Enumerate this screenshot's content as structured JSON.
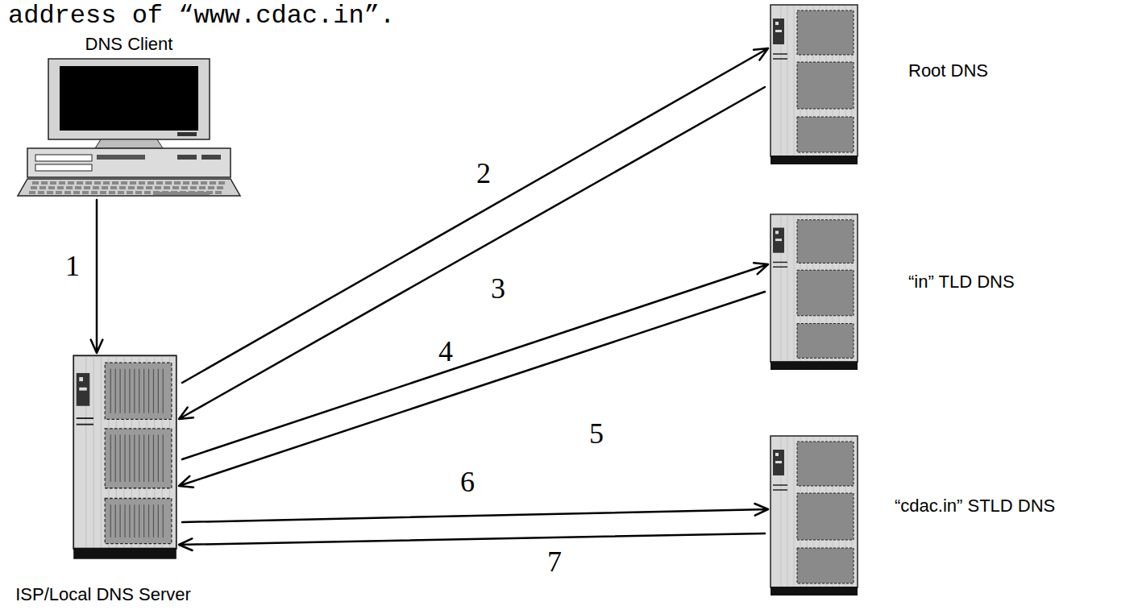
{
  "diagram": {
    "nodes": [
      {
        "text": [
          "DNS Client"
        ]
      },
      {
        "text": [
          "ISP/Local DNS Server"
        ]
      },
      {
        "text": [
          "Root DNS"
        ]
      },
      {
        "text": [
          "“in” TLD DNS"
        ]
      },
      {
        "text": [
          "“cdac.in” STLD DNS"
        ]
      }
    ],
    "edges": [
      {
        "from": 0,
        "to": 1,
        "label": "1",
        "arrow": "to"
      },
      {
        "from": 1,
        "to": 2,
        "label": "2",
        "arrow": "to"
      },
      {
        "from": 2,
        "to": 1,
        "label": "3",
        "arrow": "to"
      },
      {
        "from": 1,
        "to": 3,
        "label": "4",
        "arrow": "to"
      },
      {
        "from": 3,
        "to": 1,
        "label": "5",
        "arrow": "to"
      },
      {
        "from": 1,
        "to": 4,
        "label": "6",
        "arrow": "to"
      },
      {
        "from": 4,
        "to": 1,
        "label": "7",
        "arrow": "to"
      }
    ],
    "labels": [
      "address of “www.cdac.in”."
    ]
  }
}
